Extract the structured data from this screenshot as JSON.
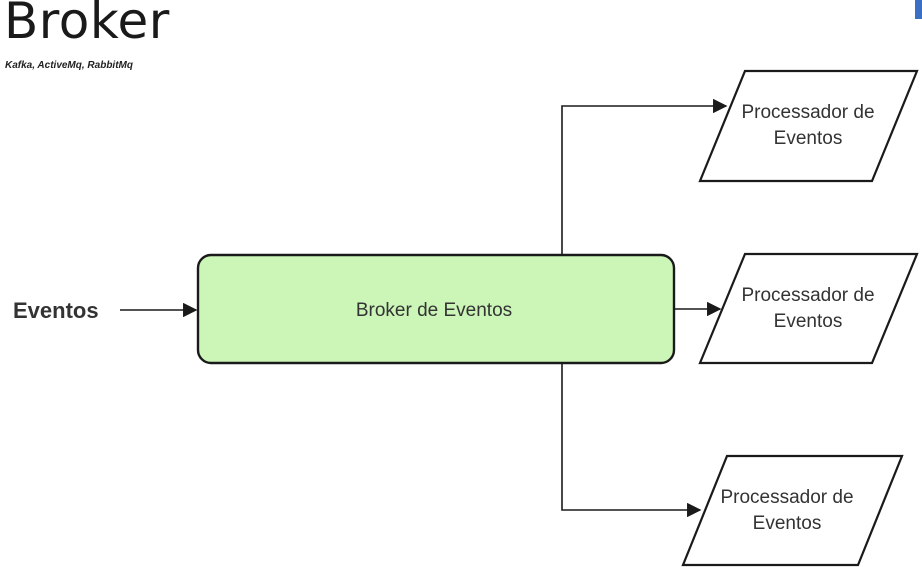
{
  "header": {
    "title": "Broker",
    "subtitle": "Kafka, ActiveMq, RabbitMq"
  },
  "diagram": {
    "input_label": "Eventos",
    "broker_label": "Broker de Eventos",
    "processors": [
      {
        "line1": "Processador de",
        "line2": "Eventos"
      },
      {
        "line1": "Processador de",
        "line2": "Eventos"
      },
      {
        "line1": "Processador de",
        "line2": "Eventos"
      }
    ]
  },
  "colors": {
    "broker_fill": "#ccf5b8",
    "stroke": "#1a1a1a",
    "accent": "#3b6fc4"
  }
}
